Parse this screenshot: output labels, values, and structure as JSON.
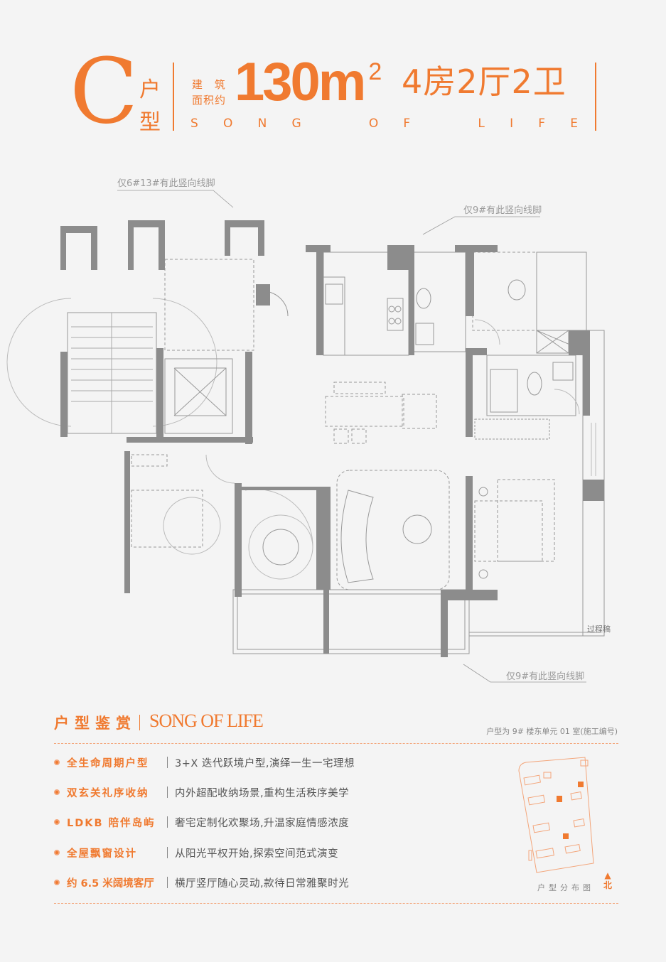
{
  "header": {
    "type_letter": "C",
    "type_word_1": "户",
    "type_word_2": "型",
    "area_label_1": "建 筑",
    "area_label_2": "面积约",
    "area_value": "130m",
    "area_unit_sup": "2",
    "layout": "4房2厅2卫",
    "slogan_letters": [
      "S",
      "O",
      "N",
      "G",
      "O",
      "F",
      "L",
      "I",
      "F",
      "E"
    ]
  },
  "plan": {
    "note_6_13": "仅6#13#有此竖向线脚",
    "note_9_top": "仅9#有此竖向线脚",
    "note_9_bottom": "仅9#有此竖向线脚",
    "draft_label": "过程稿"
  },
  "section": {
    "title": "户型鉴赏",
    "title_en": "SONG OF LIFE",
    "unit_note": "户型为 9# 楼东单元 01 室(施工编号)",
    "features": [
      {
        "key": "全生命周期户型",
        "value": "3+X 迭代跃境户型,演绎一生一宅理想"
      },
      {
        "key": "双玄关礼序收纳",
        "value": "内外超配收纳场景,重构生活秩序美学"
      },
      {
        "key": "LDKB 陪伴岛屿",
        "value": "奢宅定制化欢聚场,升温家庭情感浓度"
      },
      {
        "key": "全屋飘窗设计",
        "value": "从阳光平权开始,探索空间范式演变"
      },
      {
        "key": "约 6.5 米阔境客厅",
        "value": "横厅竖厅随心灵动,款待日常雅聚时光"
      }
    ],
    "map_label": "户型分布图",
    "north_label": "北"
  },
  "colors": {
    "accent": "#f07a30",
    "wall": "#8c8c8c",
    "background": "#f4f4f4"
  }
}
